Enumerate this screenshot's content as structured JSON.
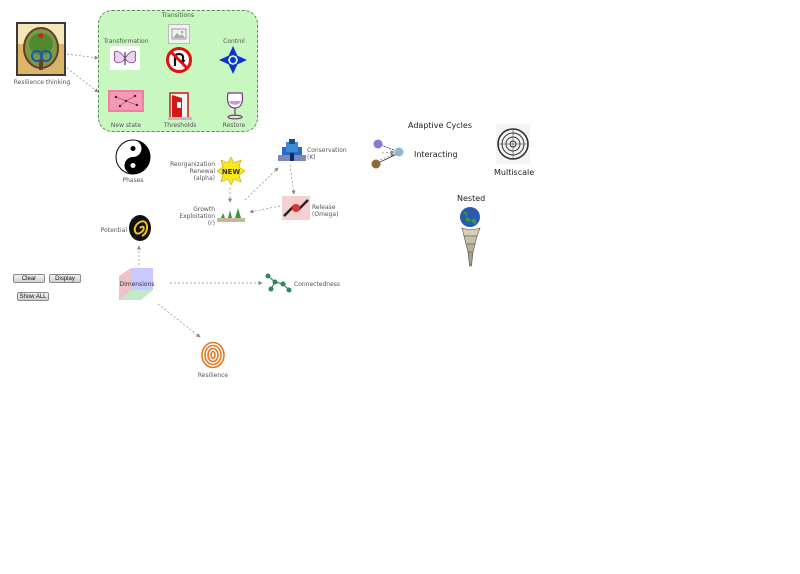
{
  "nodes": {
    "resilience_thinking": "Resilience thinking",
    "transitions": "Transitions",
    "transformation": "Transformation",
    "control": "Control",
    "new_state": "New state",
    "thresholds": "Thresholds",
    "restore": "Restore",
    "phases": "Phases",
    "conservation": "Conservation",
    "conservation_sub": "(K)",
    "reorganization_1": "Reorganization",
    "reorganization_2": "Renewal",
    "reorganization_3": "(alpha)",
    "growth_1": "Growth",
    "growth_2": "Exploitation",
    "growth_3": "(r)",
    "release": "Release",
    "release_sub": "(Omega)",
    "potential": "Potential",
    "dimensions": "Dimensions",
    "connectedness": "Connectedness",
    "resilience": "Resilience",
    "adaptive_cycles": "Adaptive Cycles",
    "interacting": "Interacting",
    "multiscale": "Multiscale",
    "nested": "Nested",
    "new_badge": "NEW"
  },
  "buttons": {
    "clear": "Clear",
    "display": "Display",
    "show_all": "Show ALL"
  },
  "colors": {
    "transitions_bg": "#c8f7c0",
    "edge": "#888888",
    "control_blue": "#1030d0",
    "no_entry_red": "#e01010",
    "door_red": "#d01818",
    "spiral_orange": "#e07a20"
  }
}
